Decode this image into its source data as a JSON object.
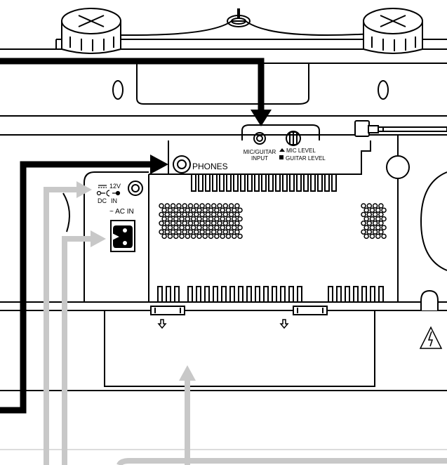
{
  "labels": {
    "phones": "PHONES",
    "mic_guitar": "MIC/GUITAR",
    "input": "INPUT",
    "mic_level": "MIC LEVEL",
    "guitar_level": "GUITAR LEVEL",
    "dc_voltage": "12V",
    "dc": "DC",
    "in": "IN",
    "ac_in": "~ AC IN"
  },
  "colors": {
    "line": "#000000",
    "callout_black": "#000000",
    "callout_gray": "#c8c8c8",
    "background": "#ffffff"
  },
  "icons": {
    "warning": "lightning-warning-triangle-icon",
    "battery_release": "down-arrow-icon"
  }
}
